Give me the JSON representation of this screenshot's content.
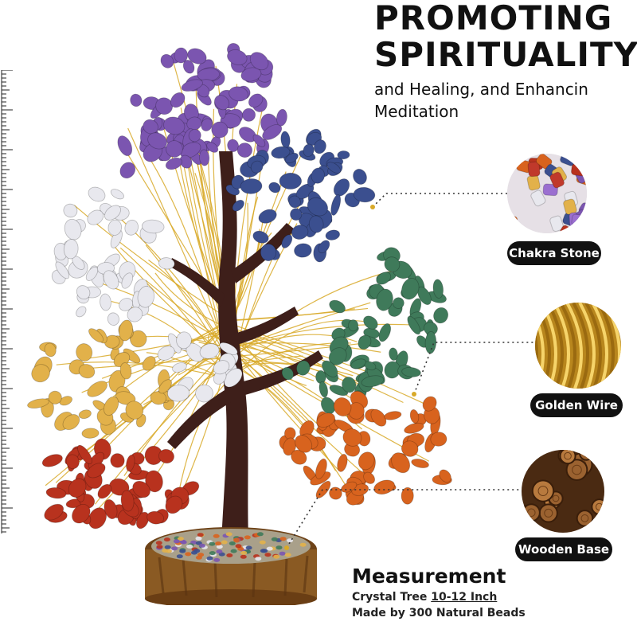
{
  "headline": {
    "line1": "PROMOTING",
    "line2": "SPIRITUALITY",
    "line3": "and Healing, and Enhancin",
    "line4": "Meditation"
  },
  "callouts": [
    {
      "label": "Chakra Stone",
      "icon": "chakra-stone-closeup"
    },
    {
      "label": "Golden Wire",
      "icon": "golden-wire-closeup"
    },
    {
      "label": "Wooden Base",
      "icon": "wooden-base-closeup"
    }
  ],
  "measurement": {
    "title": "Measurement",
    "line1_prefix": "Crystal Tree ",
    "line1_value": "10-12 Inch",
    "line2": "Made by 300 Natural Beads"
  },
  "colors": {
    "amethyst": "#7b55b0",
    "sodalite": "#3b4f8f",
    "aventurine": "#3f7a5a",
    "carnelian": "#d8631e",
    "citrine": "#e2b14a",
    "jasper": "#b8321e",
    "quartz": "#e8e8ee",
    "gold": "#d8a928",
    "trunk": "#3e1f1a",
    "base": "#8a5a23"
  }
}
